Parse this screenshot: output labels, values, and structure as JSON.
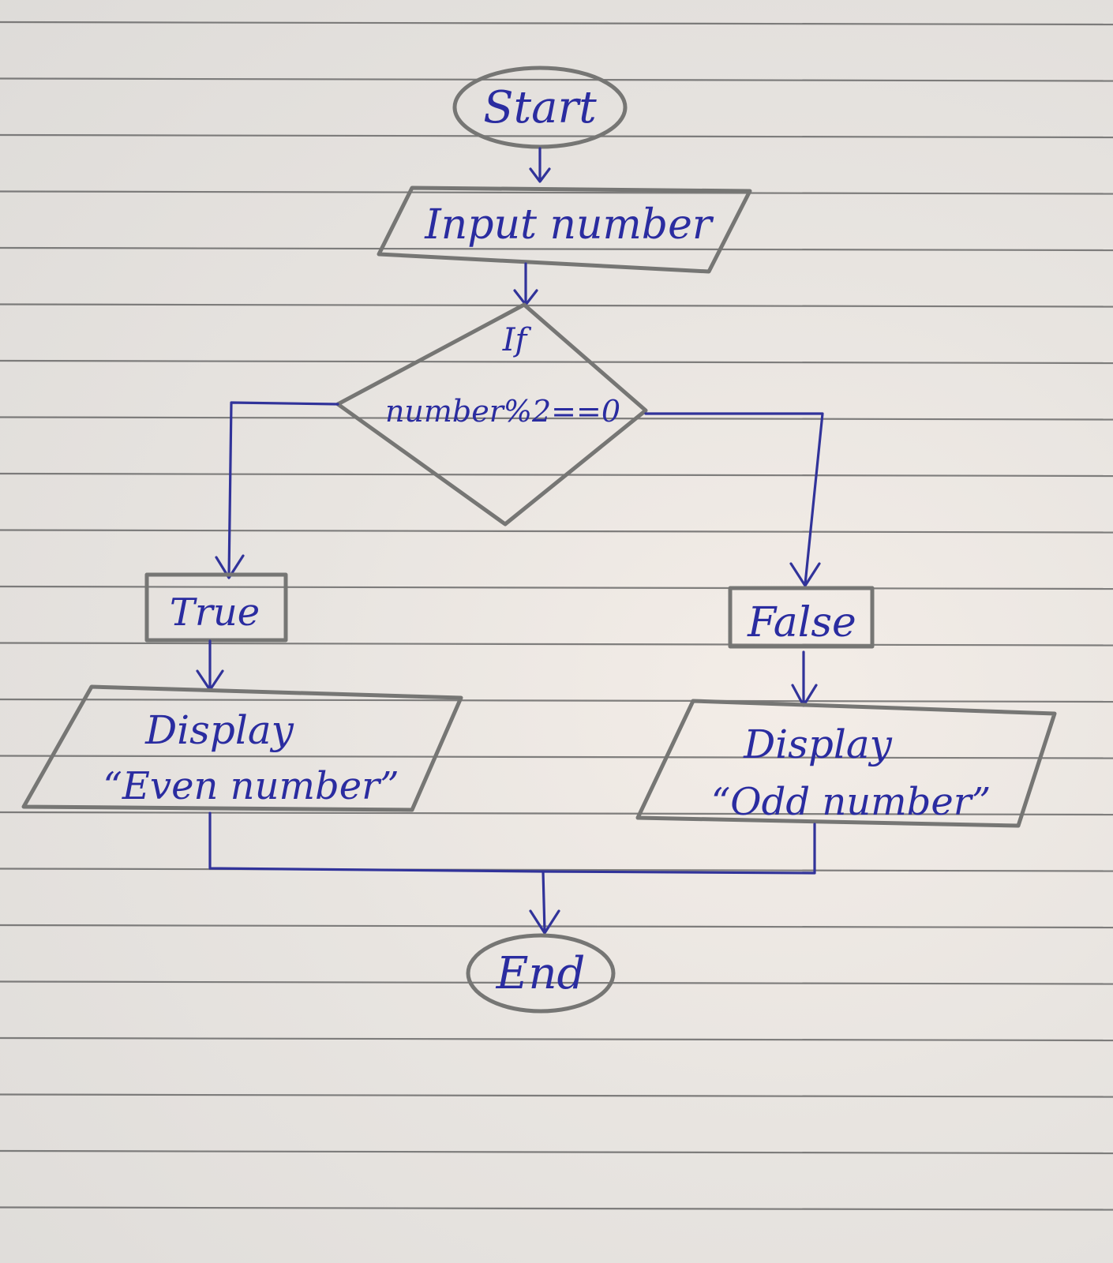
{
  "diagram": {
    "nodes": {
      "start": "Start",
      "input": "Input number",
      "decision_line1": "If",
      "decision_line2": "number%2==0",
      "true_box": "True",
      "false_box": "False",
      "display_even_line1": "Display",
      "display_even_line2": "“Even number”",
      "display_odd_line1": "Display",
      "display_odd_line2": "“Odd number”",
      "end": "End"
    }
  },
  "colors": {
    "ink": "#2a2ca0",
    "pencil": "#767674",
    "paper": "#e6e3df",
    "rule": "#5a5a5a"
  }
}
